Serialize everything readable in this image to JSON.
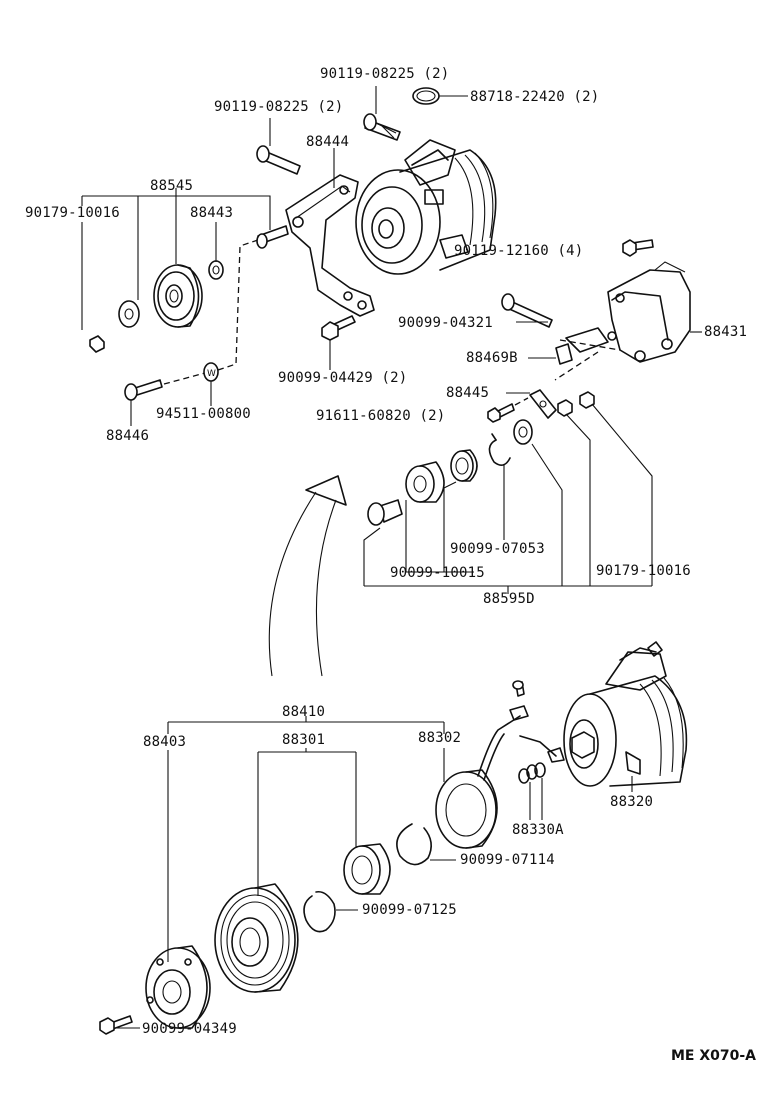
{
  "labels": {
    "p90119_08225_a": "90119-08225 (2)",
    "p88718_22420": "88718-22420 (2)",
    "p90119_08225_b": "90119-08225 (2)",
    "p88444": "88444",
    "p88545": "88545",
    "p90179_10016_a": "90179-10016",
    "p88443": "88443",
    "p90119_12160": "90119-12160 (4)",
    "p90099_04321": "90099-04321",
    "p88431": "88431",
    "p88469b": "88469B",
    "p90099_04429": "90099-04429 (2)",
    "p88445": "88445",
    "p94511_00800": "94511-00800",
    "p91611_60820": "91611-60820 (2)",
    "p88446": "88446",
    "p90099_07053": "90099-07053",
    "p90099_10015": "90099-10015",
    "p90179_10016_b": "90179-10016",
    "p88595d": "88595D",
    "p88410": "88410",
    "p88403": "88403",
    "p88301": "88301",
    "p88302": "88302",
    "p88320": "88320",
    "p88330a": "88330A",
    "p90099_07114": "90099-07114",
    "p90099_07125": "90099-07125",
    "p90099_04349": "90099-04349"
  },
  "washer_mark": "W",
  "footer": "ME  X070-A"
}
